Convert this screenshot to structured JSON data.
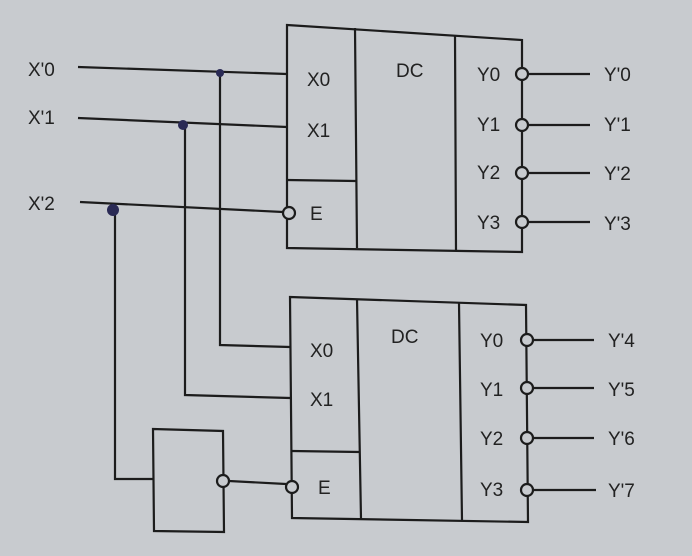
{
  "inputs": [
    "X'0",
    "X'1",
    "X'2"
  ],
  "decoder_top": {
    "title": "DC",
    "inputs": [
      "X0",
      "X1"
    ],
    "enable": "E",
    "outputs": [
      "Y0",
      "Y1",
      "Y2",
      "Y3"
    ],
    "output_labels": [
      "Y'0",
      "Y'1",
      "Y'2",
      "Y'3"
    ]
  },
  "decoder_bottom": {
    "title": "DC",
    "inputs": [
      "X0",
      "X1"
    ],
    "enable": "E",
    "outputs": [
      "Y0",
      "Y1",
      "Y2",
      "Y3"
    ],
    "output_labels": [
      "Y'4",
      "Y'5",
      "Y'6",
      "Y'7"
    ]
  }
}
